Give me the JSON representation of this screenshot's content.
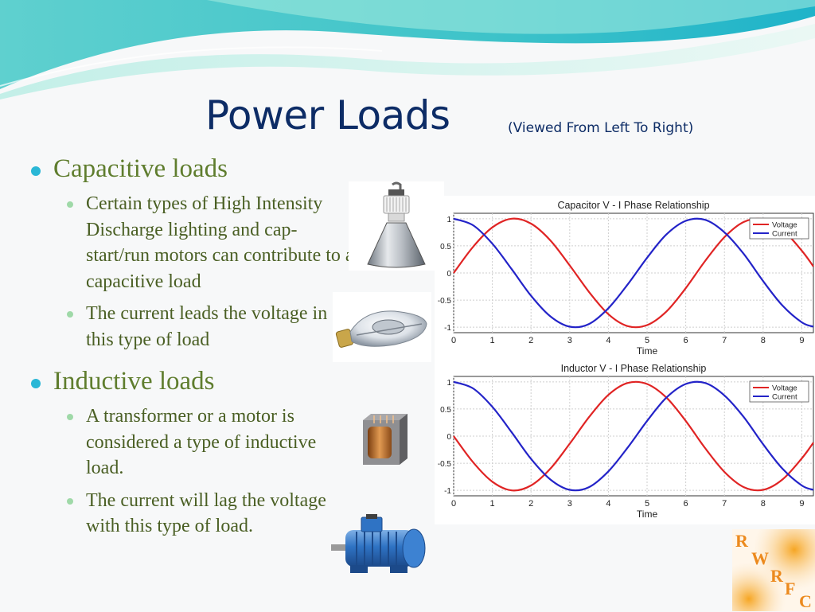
{
  "slide": {
    "title": "Power Loads",
    "subtitle": "(Viewed From Left To Right)"
  },
  "bullets": [
    {
      "text": "Capacitive loads",
      "children": [
        "Certain types of High Intensity Discharge lighting and cap-start/run motors can contribute to a capacitive load",
        "The current leads the voltage in this type of load"
      ]
    },
    {
      "text": "Inductive loads",
      "children": [
        "A transformer or a motor is considered a type of inductive load.",
        "The current will lag the voltage with this type of load."
      ]
    }
  ],
  "images": [
    {
      "icon": "hid-lamp-fixture-icon"
    },
    {
      "icon": "hid-bulb-icon"
    },
    {
      "icon": "transformer-icon"
    },
    {
      "icon": "electric-motor-icon"
    }
  ],
  "chart_data": [
    {
      "type": "line",
      "title": "Capacitor V - I Phase Relationship",
      "xlabel": "Time",
      "ylabel": "",
      "xlim": [
        0,
        9.3
      ],
      "ylim": [
        -1.1,
        1.1
      ],
      "xticks": [
        0,
        1,
        2,
        3,
        4,
        5,
        6,
        7,
        8,
        9
      ],
      "yticks": [
        "1",
        "0.5",
        "0",
        "-0.5",
        "-1"
      ],
      "grid": true,
      "legend": "top-right",
      "x": [
        0,
        0.5,
        1,
        1.5,
        2,
        2.5,
        3,
        3.5,
        4,
        4.5,
        5,
        5.5,
        6,
        6.5,
        7,
        7.5,
        8,
        8.5,
        9,
        9.3
      ],
      "series": [
        {
          "name": "Voltage",
          "color": "#e02424",
          "values": [
            0,
            0.48,
            0.84,
            1.0,
            0.91,
            0.6,
            0.14,
            -0.35,
            -0.76,
            -0.98,
            -0.96,
            -0.71,
            -0.28,
            0.22,
            0.66,
            0.94,
            0.99,
            0.8,
            0.41,
            0.12
          ]
        },
        {
          "name": "Current",
          "color": "#2323c8",
          "values": [
            1.0,
            0.88,
            0.54,
            0.07,
            -0.42,
            -0.8,
            -0.99,
            -0.94,
            -0.65,
            -0.21,
            0.28,
            0.71,
            0.96,
            0.98,
            0.75,
            0.35,
            -0.15,
            -0.6,
            -0.91,
            -0.99
          ]
        }
      ]
    },
    {
      "type": "line",
      "title": "Inductor V - I Phase Relationship",
      "xlabel": "Time",
      "ylabel": "",
      "xlim": [
        0,
        9.3
      ],
      "ylim": [
        -1.1,
        1.1
      ],
      "xticks": [
        0,
        1,
        2,
        3,
        4,
        5,
        6,
        7,
        8,
        9
      ],
      "yticks": [
        "1",
        "0.5",
        "0",
        "-0.5",
        "-1"
      ],
      "grid": true,
      "legend": "top-right",
      "x": [
        0,
        0.5,
        1,
        1.5,
        2,
        2.5,
        3,
        3.5,
        4,
        4.5,
        5,
        5.5,
        6,
        6.5,
        7,
        7.5,
        8,
        8.5,
        9,
        9.3
      ],
      "series": [
        {
          "name": "Voltage",
          "color": "#e02424",
          "values": [
            0,
            -0.48,
            -0.84,
            -1.0,
            -0.91,
            -0.6,
            -0.14,
            0.35,
            0.76,
            0.98,
            0.96,
            0.71,
            0.28,
            -0.22,
            -0.66,
            -0.94,
            -0.99,
            -0.8,
            -0.41,
            -0.12
          ]
        },
        {
          "name": "Current",
          "color": "#2323c8",
          "values": [
            1.0,
            0.88,
            0.54,
            0.07,
            -0.42,
            -0.8,
            -0.99,
            -0.94,
            -0.65,
            -0.21,
            0.28,
            0.71,
            0.96,
            0.98,
            0.75,
            0.35,
            -0.15,
            -0.6,
            -0.91,
            -0.99
          ]
        }
      ]
    }
  ],
  "logo": {
    "letters": [
      "R",
      "W",
      "R",
      "F",
      "C"
    ],
    "colors": {
      "primary": "#ec8a1e",
      "glow": "#f6a623"
    }
  }
}
